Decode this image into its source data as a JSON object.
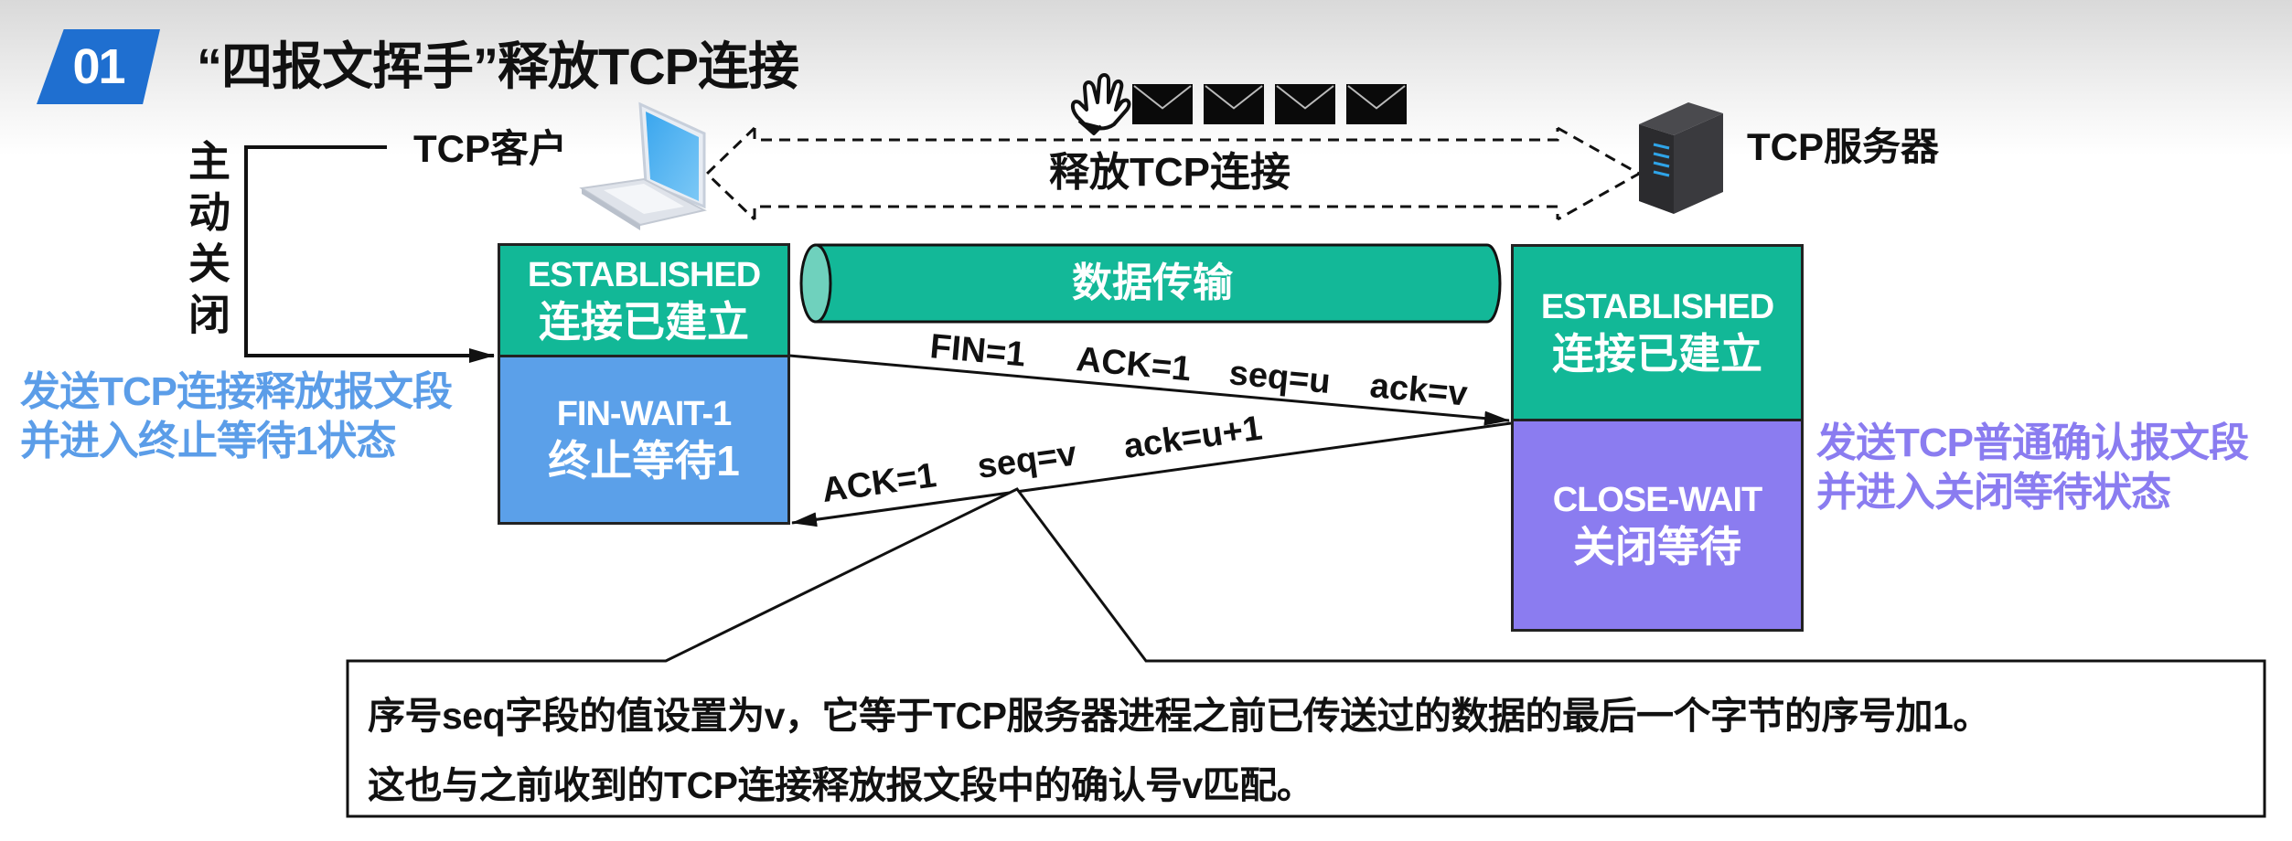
{
  "header": {
    "section_number": "01",
    "title": "“四报文挥手”释放TCP连接"
  },
  "participants": {
    "client": {
      "label": "TCP客户",
      "icon": "laptop-icon"
    },
    "server": {
      "label": "TCP服务器",
      "icon": "server-icon"
    }
  },
  "banner": {
    "release_label": "释放TCP连接",
    "wave_icon": "waving-hand-icon",
    "envelope_icon": "envelope-icon",
    "envelope_count": 4
  },
  "active_close": {
    "label": "主动关闭"
  },
  "data_transfer": {
    "label": "数据传输"
  },
  "client_states": [
    {
      "en": "ESTABLISHED",
      "cn": "连接已建立",
      "color": "#12b897"
    },
    {
      "en": "FIN-WAIT-1",
      "cn": "终止等待1",
      "color": "#5ba0e9"
    }
  ],
  "server_states": [
    {
      "en": "ESTABLISHED",
      "cn": "连接已建立",
      "color": "#12b897"
    },
    {
      "en": "CLOSE-WAIT",
      "cn": "关闭等待",
      "color": "#8b7cf0"
    }
  ],
  "segments": {
    "fin": {
      "fields": [
        "FIN=1",
        "ACK=1",
        "seq=u",
        "ack=v"
      ]
    },
    "ack": {
      "fields": [
        "ACK=1",
        "seq=v",
        "ack=u+1"
      ]
    }
  },
  "notes": {
    "client_note": [
      "发送TCP连接释放报文段",
      "并进入终止等待1状态"
    ],
    "server_note": [
      "发送TCP普通确认报文段",
      "并进入关闭等待状态"
    ],
    "client_note_color": "#5b9de8",
    "server_note_color": "#8a7cf0"
  },
  "callout": {
    "lines": [
      "序号seq字段的值设置为v，它等于TCP服务器进程之前已传送过的数据的最后一个字节的序号加1。",
      "这也与之前收到的TCP连接释放报文段中的确认号v匹配。"
    ]
  }
}
